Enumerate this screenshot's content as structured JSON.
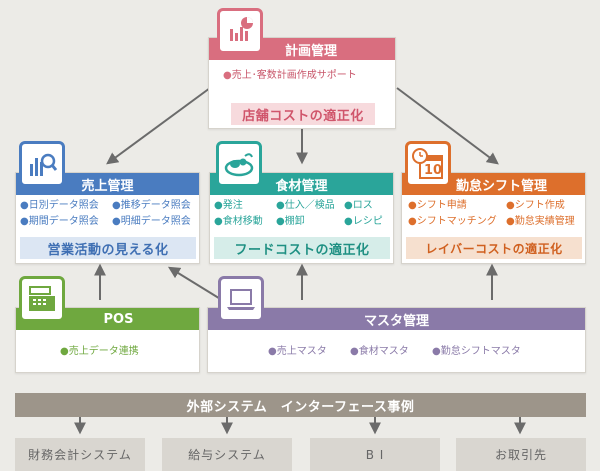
{
  "colors": {
    "keikaku": "#d96e7f",
    "keikaku_band": "#f7dadd",
    "uriage": "#4a7cc0",
    "uriage_band": "#dce6f3",
    "shokuzai": "#2aa59a",
    "shokuzai_band": "#d6ede9",
    "kintai": "#dd6f2c",
    "kintai_band": "#f6e0cf",
    "pos": "#6fa83f",
    "masuta": "#8a7aa8",
    "gaibu": "#9d958a",
    "arrow": "#6b6b6b"
  },
  "keikaku": {
    "icon": "chart-document-icon",
    "title": "計画管理",
    "item": "売上･客数計画作成サポート",
    "band": "店舗コストの適正化"
  },
  "uriage": {
    "icon": "sales-chart-magnifier-icon",
    "title": "売上管理",
    "items": [
      "日別データ照会",
      "推移データ照会",
      "期間データ照会",
      "明細データ照会"
    ],
    "band": "営業活動の見える化"
  },
  "shokuzai": {
    "icon": "food-plate-icon",
    "title": "食材管理",
    "items": [
      "発注",
      "仕入／検品",
      "ロス",
      "食材移動",
      "棚卸",
      "レシピ"
    ],
    "band": "フードコストの適正化"
  },
  "kintai": {
    "icon": "calendar-clock-icon",
    "icon_number": "10",
    "title": "勤怠シフト管理",
    "items": [
      "シフト申請",
      "シフト作成",
      "シフトマッチング",
      "勤怠実績管理"
    ],
    "band": "レイバーコストの適正化"
  },
  "pos": {
    "icon": "cash-register-icon",
    "title": "POS",
    "item": "売上データ連携"
  },
  "masuta": {
    "icon": "laptop-icon",
    "title": "マスタ管理",
    "items": [
      "売上マスタ",
      "食材マスタ",
      "勤怠シフトマスタ"
    ]
  },
  "gaibu": {
    "title": "外部システム　インターフェース事例",
    "targets": [
      "財務会計システム",
      "給与システム",
      "B I",
      "お取引先"
    ]
  }
}
